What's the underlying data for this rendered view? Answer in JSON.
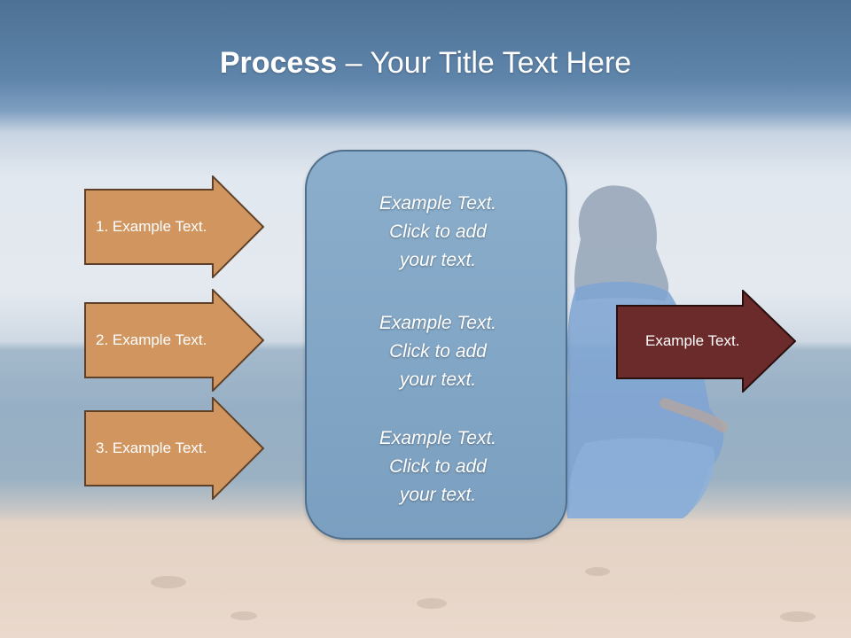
{
  "slide": {
    "title_bold": "Process",
    "title_rest": " – Your Title Text Here"
  },
  "left_arrows": [
    {
      "label": "1. Example Text."
    },
    {
      "label": "2. Example Text."
    },
    {
      "label": "3. Example Text."
    }
  ],
  "center_box": {
    "paragraphs": [
      {
        "line1": "Example Text.",
        "line2": "Click  to add",
        "line3": "your text."
      },
      {
        "line1": "Example Text.",
        "line2": "Click  to add",
        "line3": "your text."
      },
      {
        "line1": "Example Text.",
        "line2": "Click  to add",
        "line3": "your text."
      }
    ]
  },
  "right_arrow": {
    "label": "Example Text."
  },
  "colors": {
    "left_arrow_fill": "#d19660",
    "left_arrow_stroke": "#5e4128",
    "right_arrow_fill": "#6b2b2b",
    "right_arrow_stroke": "#2a0f0f",
    "center_box_fill": "#84a7c6",
    "center_box_border": "#4f6f8c"
  }
}
